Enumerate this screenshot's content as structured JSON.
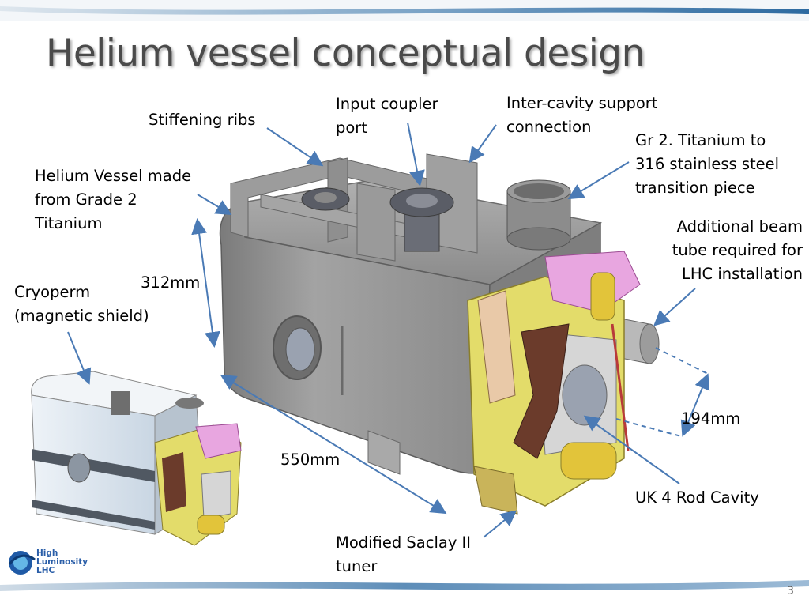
{
  "slide": {
    "title": "Helium vessel conceptual design",
    "page_number": "3"
  },
  "logo": {
    "text": "High\nLuminosity\nLHC"
  },
  "labels": {
    "stiffening_ribs": "Stiffening ribs",
    "input_coupler": "Input coupler\nport",
    "inter_cavity": "Inter-cavity support\nconnection",
    "titanium_transition": "Gr 2. Titanium to\n316 stainless steel\ntransition piece",
    "helium_vessel": "Helium Vessel made\nfrom Grade 2\nTitanium",
    "additional_beam_tube": "Additional beam\ntube required for\nLHC installation",
    "cryoperm": "Cryoperm\n(magnetic shield)",
    "uk_cavity": "UK 4 Rod Cavity",
    "saclay_tuner": "Modified Saclay II\ntuner"
  },
  "dimensions": {
    "height": "312mm",
    "length": "550mm",
    "beam_offset": "194mm"
  },
  "colors": {
    "arrow": "#4a7ab5",
    "vessel": "#8e8e8e",
    "shield": "#dde6ef",
    "tuner_pink": "#e8a6e0",
    "cavity_yellow": "#e3dc6a",
    "title": "#4a4a4a"
  }
}
